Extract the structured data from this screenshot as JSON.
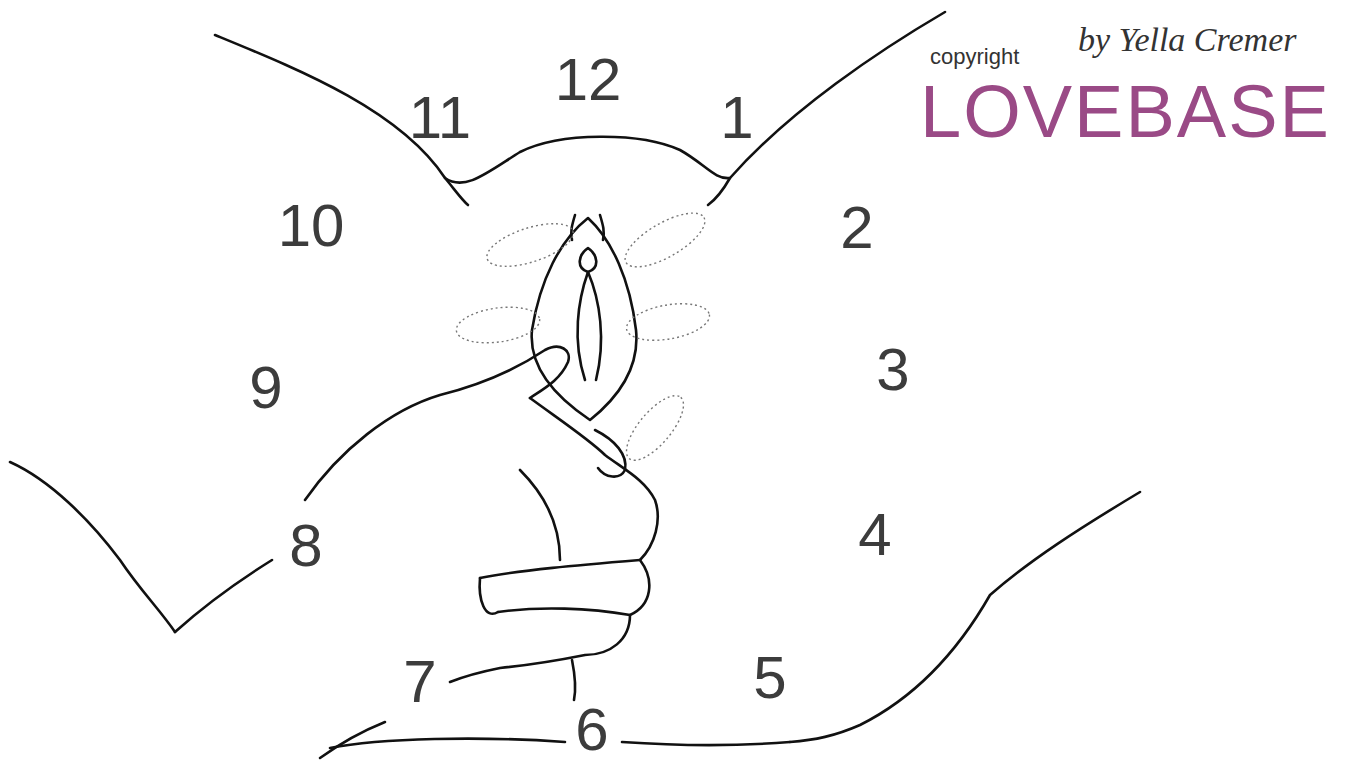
{
  "diagram": {
    "labels": [
      "12",
      "11",
      "1",
      "10",
      "2",
      "9",
      "3",
      "8",
      "4",
      "7",
      "5",
      "6",
      "copyright",
      "by Yella Cremer",
      "LOVEBASE"
    ]
  }
}
